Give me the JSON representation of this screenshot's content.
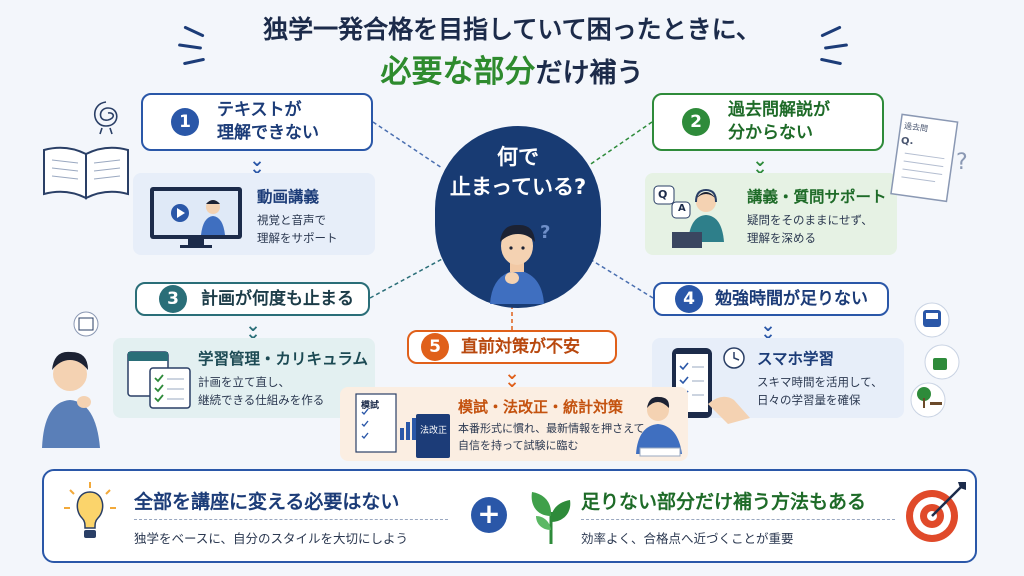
{
  "title": {
    "line1": "独学一発合格を目指していて困ったときに、",
    "line2_highlight": "必要な部分",
    "line2_rest": "だけ補う"
  },
  "center": {
    "line1": "何で",
    "line2": "止まっている?"
  },
  "problems": [
    {
      "num": "1",
      "line1": "テキストが",
      "line2": "理解できない",
      "color": "#2a57a8"
    },
    {
      "num": "2",
      "line1": "過去問解説が",
      "line2": "分からない",
      "color": "#2e8b3a"
    },
    {
      "num": "3",
      "line1": "計画が何度も止まる",
      "color": "#2a6e78"
    },
    {
      "num": "4",
      "line1": "勉強時間が足りない",
      "color": "#2a57a8"
    },
    {
      "num": "5",
      "line1": "直前対策が不安",
      "color": "#e0601a"
    }
  ],
  "solutions": [
    {
      "title": "動画講義",
      "desc1": "視覚と音声で",
      "desc2": "理解をサポート"
    },
    {
      "title": "講義・質問サポート",
      "desc1": "疑問をそのままにせず、",
      "desc2": "理解を深める"
    },
    {
      "title": "学習管理・カリキュラム",
      "desc1": "計画を立て直し、",
      "desc2": "継続できる仕組みを作る"
    },
    {
      "title": "スマホ学習",
      "desc1": "スキマ時間を活用して、",
      "desc2": "日々の学習量を確保"
    },
    {
      "title": "模試・法改正・統計対策",
      "desc1": "本番形式に慣れ、最新情報を押さえて",
      "desc2": "自信を持って試験に臨む"
    }
  ],
  "illustrations": {
    "mock_exam_label": "模試",
    "law_book_label": "法改正",
    "past_exam_label": "過去問",
    "past_exam_q": "Q.",
    "chat_q": "Q",
    "chat_a": "A"
  },
  "bottom": {
    "left_title": "全部を講座に変える必要はない",
    "left_desc": "独学をベースに、自分のスタイルを大切にしよう",
    "plus": "+",
    "right_title": "足りない部分だけ補う方法もある",
    "right_desc": "効率よく、合格点へ近づくことが重要"
  },
  "colors": {
    "navy": "#1c2b4a",
    "blue": "#2a57a8",
    "green": "#2e8b3a",
    "teal": "#2a6e78",
    "orange": "#e0601a",
    "center_bg": "#183b73"
  }
}
